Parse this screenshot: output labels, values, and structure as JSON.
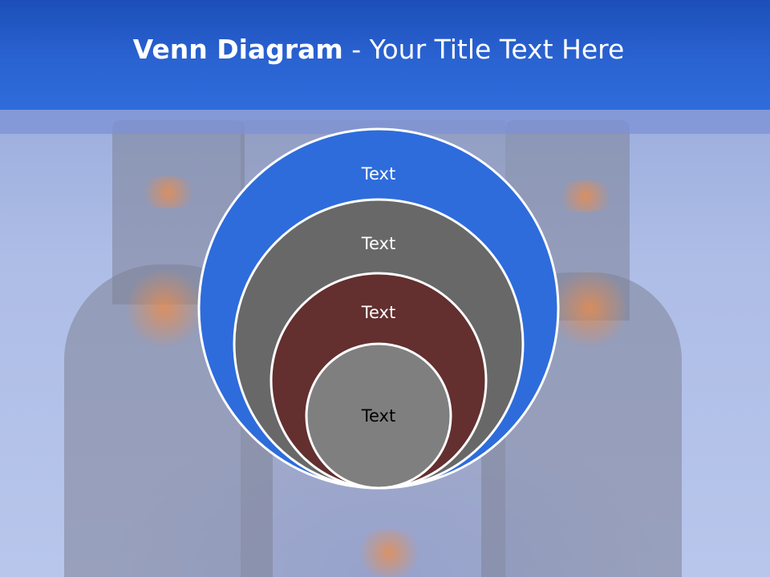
{
  "slide": {
    "title_bold": "Venn Diagram",
    "title_rest": " - Your Title Text Here"
  },
  "diagram": {
    "type": "nested-circles",
    "circles": [
      {
        "label": "Text",
        "fill": "#2e6cdc",
        "text_color": "#ffffff"
      },
      {
        "label": "Text",
        "fill": "#686868",
        "text_color": "#ffffff"
      },
      {
        "label": "Text",
        "fill": "#632f2f",
        "text_color": "#ffffff"
      },
      {
        "label": "Text",
        "fill": "#7f7f7f",
        "text_color": "#000000"
      }
    ],
    "stroke": "#ffffff"
  }
}
